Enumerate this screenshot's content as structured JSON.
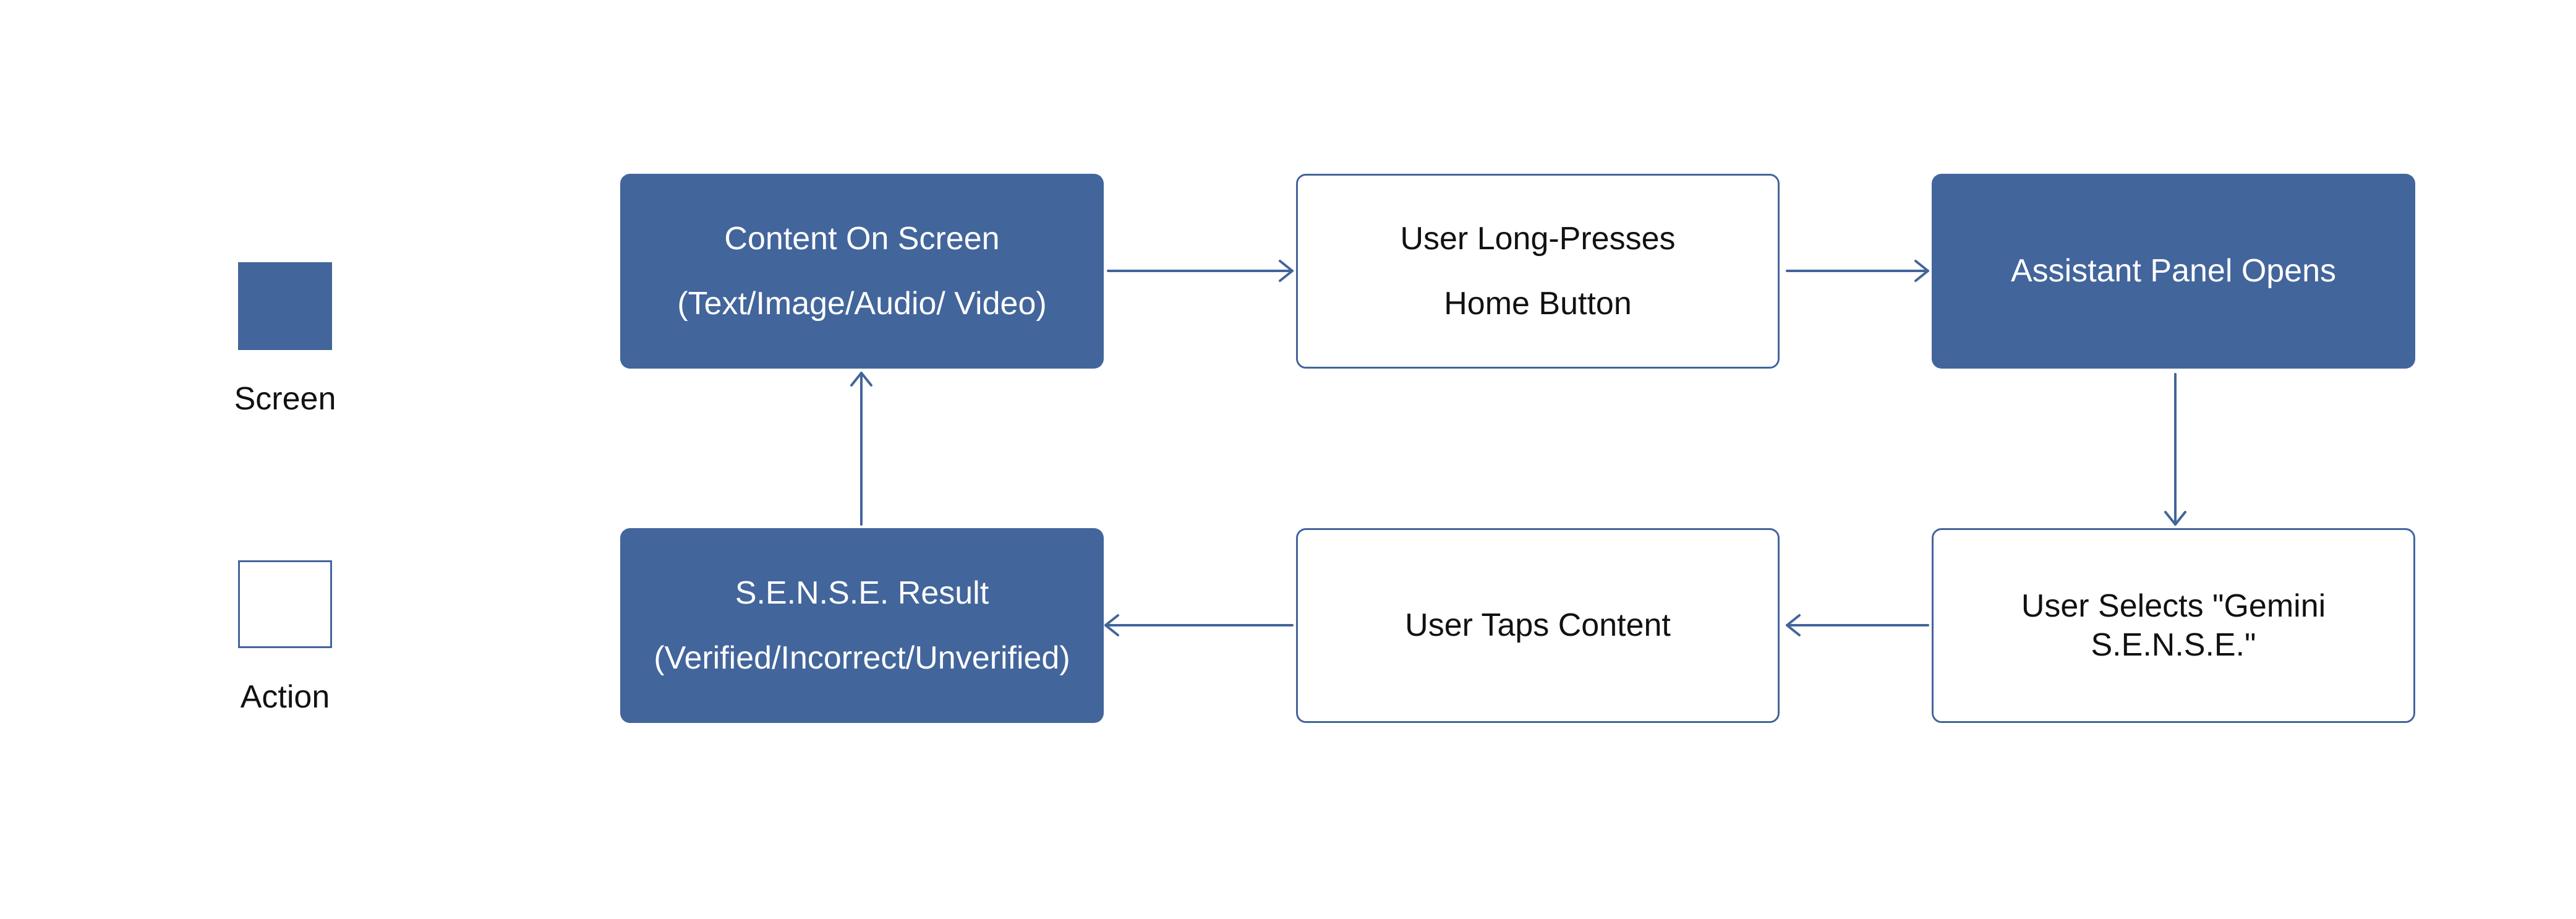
{
  "legend": {
    "screen_label": "Screen",
    "action_label": "Action"
  },
  "nodes": {
    "content_on_screen": {
      "line1": "Content On Screen",
      "line2": "(Text/Image/Audio/ Video)"
    },
    "user_long_presses": {
      "line1": "User Long-Presses",
      "line2": "Home Button"
    },
    "assistant_panel_opens": {
      "line1": "Assistant Panel Opens"
    },
    "user_selects_gemini": {
      "line1": "User Selects \"Gemini",
      "line2": "S.E.N.S.E.\""
    },
    "user_taps_content": {
      "line1": "User Taps Content"
    },
    "sense_result": {
      "line1": "S.E.N.S.E. Result",
      "line2": "(Verified/Incorrect/Unverified)"
    }
  },
  "colors": {
    "screen_fill": "#42659b",
    "action_fill": "#ffffff",
    "connector": "#42659b"
  }
}
